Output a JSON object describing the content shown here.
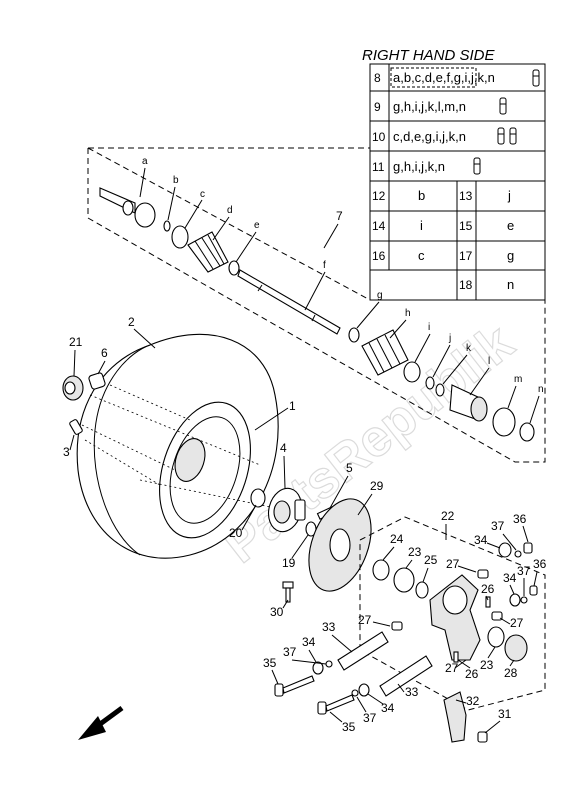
{
  "table": {
    "title": "RIGHT HAND SIDE",
    "rows": [
      {
        "num": "8",
        "text": "a,b,c,d,e,f,g,i,j,k,n"
      },
      {
        "num": "9",
        "text": "g,h,i,j,k,l,m,n"
      },
      {
        "num": "10",
        "text": "c,d,e,g,i,j,k,n"
      },
      {
        "num": "11",
        "text": "g,h,i,j,k,n"
      }
    ],
    "pairs": [
      {
        "n1": "12",
        "v1": "b",
        "n2": "13",
        "v2": "j"
      },
      {
        "n1": "14",
        "v1": "i",
        "n2": "15",
        "v2": "e"
      },
      {
        "n1": "16",
        "v1": "c",
        "n2": "17",
        "v2": "g"
      },
      {
        "n1": "",
        "v1": "",
        "n2": "18",
        "v2": "n"
      }
    ]
  },
  "watermark": "PartsRepublik",
  "callouts": {
    "n1": "1",
    "n2": "2",
    "n3": "3",
    "n4": "4",
    "n5": "5",
    "n6": "6",
    "n7": "7",
    "n19": "19",
    "n20": "20",
    "n21": "21",
    "n22": "22",
    "n23a": "23",
    "n23b": "23",
    "n24": "24",
    "n25": "25",
    "n26a": "26",
    "n26b": "26",
    "n27a": "27",
    "n27b": "27",
    "n27c": "27",
    "n27d": "27",
    "n28": "28",
    "n29": "29",
    "n30": "30",
    "n31": "31",
    "n32": "32",
    "n33a": "33",
    "n33b": "33",
    "n34a": "34",
    "n34b": "34",
    "n34c": "34",
    "n34d": "34",
    "n35a": "35",
    "n35b": "35",
    "n36a": "36",
    "n36b": "36",
    "n37a": "37",
    "n37b": "37",
    "n37c": "37",
    "n37d": "37"
  },
  "letters": {
    "a": "a",
    "b": "b",
    "c": "c",
    "d": "d",
    "e": "e",
    "f": "f",
    "g": "g",
    "h": "h",
    "i": "i",
    "j": "j",
    "k": "k",
    "l": "l",
    "m": "m",
    "n": "n"
  }
}
